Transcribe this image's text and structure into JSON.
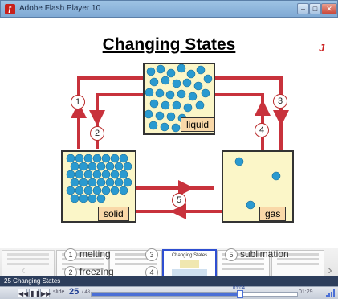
{
  "window": {
    "title": "Adobe Flash Player 10",
    "icon": "flash-icon",
    "minimize": "–",
    "maximize": "□",
    "close": "✕"
  },
  "slide": {
    "title": "Changing States",
    "logo": "J",
    "states": {
      "liquid": "liquid",
      "solid": "solid",
      "gas": "gas"
    },
    "steps": [
      "1",
      "2",
      "3",
      "4",
      "5"
    ]
  },
  "thumbnail_strip": {
    "items": [
      "melting",
      "freezing",
      "sublimation"
    ],
    "numbers": [
      "1",
      "2",
      "3",
      "4",
      "5"
    ],
    "active_thumb_number": "25",
    "thumb_titles": [
      "Changing States"
    ]
  },
  "player": {
    "current_title": "25 Changing States",
    "slide_label": "slide",
    "slide_current": "25",
    "slide_total": "/ 48",
    "time_current": "01:04",
    "time_total": "01:29",
    "progress": 0.72
  },
  "colors": {
    "arrow": "#c8323c",
    "particle": "#2a9ad0",
    "box_fill": "#fbf6c8",
    "label_fill": "#f9d8a8",
    "accent": "#2f4fd1"
  }
}
